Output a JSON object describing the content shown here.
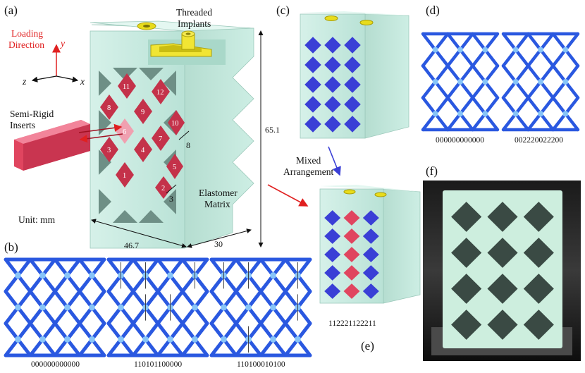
{
  "panels": {
    "a": "(a)",
    "b": "(b)",
    "c": "(c)",
    "d": "(d)",
    "e": "(e)",
    "f": "(f)"
  },
  "annotations": {
    "threaded_implants_1": "Threaded",
    "threaded_implants_2": "Implants",
    "loading_1": "Loading",
    "loading_2": "Direction",
    "semi_rigid_1": "Semi-Rigid",
    "semi_rigid_2": "Inserts",
    "elastomer_1": "Elastomer",
    "elastomer_2": "Matrix",
    "unit": "Unit: mm",
    "mixed_1": "Mixed",
    "mixed_2": "Arrangement"
  },
  "axes": {
    "y": "y",
    "z": "z",
    "x": "x"
  },
  "dimensions": {
    "height": "65.1",
    "width": "46.7",
    "depth": "30",
    "cell": "8",
    "wall": "3"
  },
  "cell_numbers": [
    "1",
    "2",
    "3",
    "4",
    "5",
    "6",
    "7",
    "8",
    "9",
    "10",
    "11",
    "12"
  ],
  "codes": {
    "b1": "000000000000",
    "b2": "110101100000",
    "b3": "110100010100",
    "d1": "000000000000",
    "d2": "002220022200",
    "e": "112221122211"
  },
  "colors": {
    "matrix": "#c8ebe1",
    "insert": "#e0455f",
    "implant": "#e8dc1c",
    "blue_insert": "#3a3fd6",
    "lattice": "#2a58e0",
    "loading": "#e02020"
  }
}
